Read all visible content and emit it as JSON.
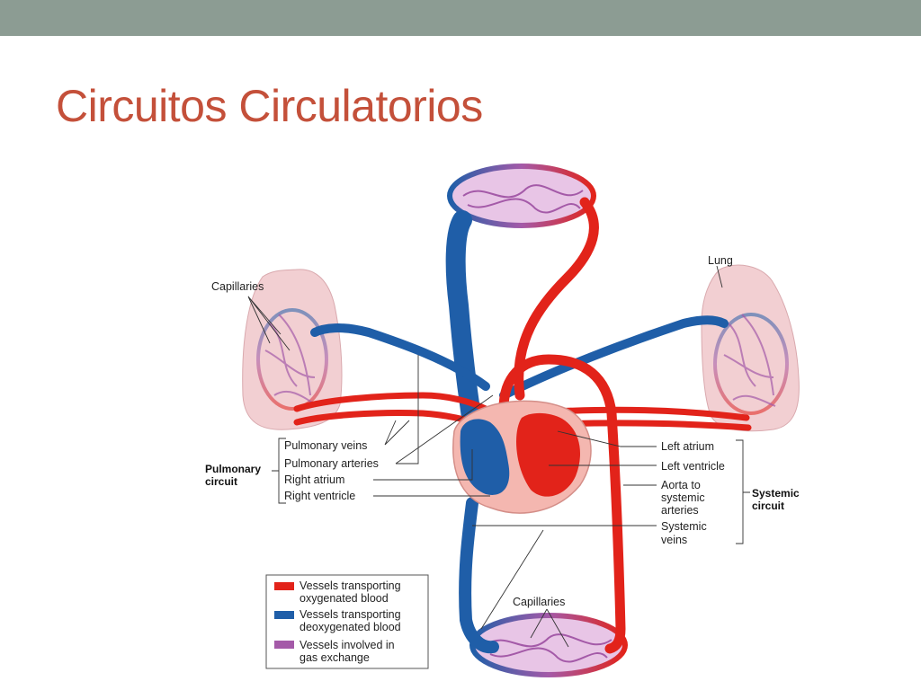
{
  "slide": {
    "title": "Circuitos Circulatorios"
  },
  "colors": {
    "oxygenated": "#e2231a",
    "deoxygenated": "#1f5ea8",
    "gas_exchange": "#a45aa8",
    "title": "#c4503a",
    "top_bar": "#8c9c93",
    "lung": "#f2cfd2"
  },
  "diagram": {
    "labels": {
      "lung": "Lung",
      "capillaries_left": "Capillaries",
      "capillaries_bottom": "Capillaries",
      "pulmonary_veins": "Pulmonary veins",
      "pulmonary_arteries": "Pulmonary arteries",
      "right_atrium": "Right atrium",
      "right_ventricle": "Right ventricle",
      "left_atrium": "Left atrium",
      "left_ventricle": "Left ventricle",
      "aorta_line1": "Aorta to",
      "aorta_line2": "systemic",
      "aorta_line3": "arteries",
      "systemic_veins_line1": "Systemic",
      "systemic_veins_line2": "veins",
      "pulmonary_circuit_line1": "Pulmonary",
      "pulmonary_circuit_line2": "circuit",
      "systemic_circuit_line1": "Systemic",
      "systemic_circuit_line2": "circuit"
    },
    "legend": [
      {
        "key": "oxygenated",
        "line1": "Vessels transporting",
        "line2": "oxygenated blood"
      },
      {
        "key": "deoxygenated",
        "line1": "Vessels transporting",
        "line2": "deoxygenated blood"
      },
      {
        "key": "gas_exchange",
        "line1": "Vessels involved in",
        "line2": "gas exchange"
      }
    ]
  }
}
